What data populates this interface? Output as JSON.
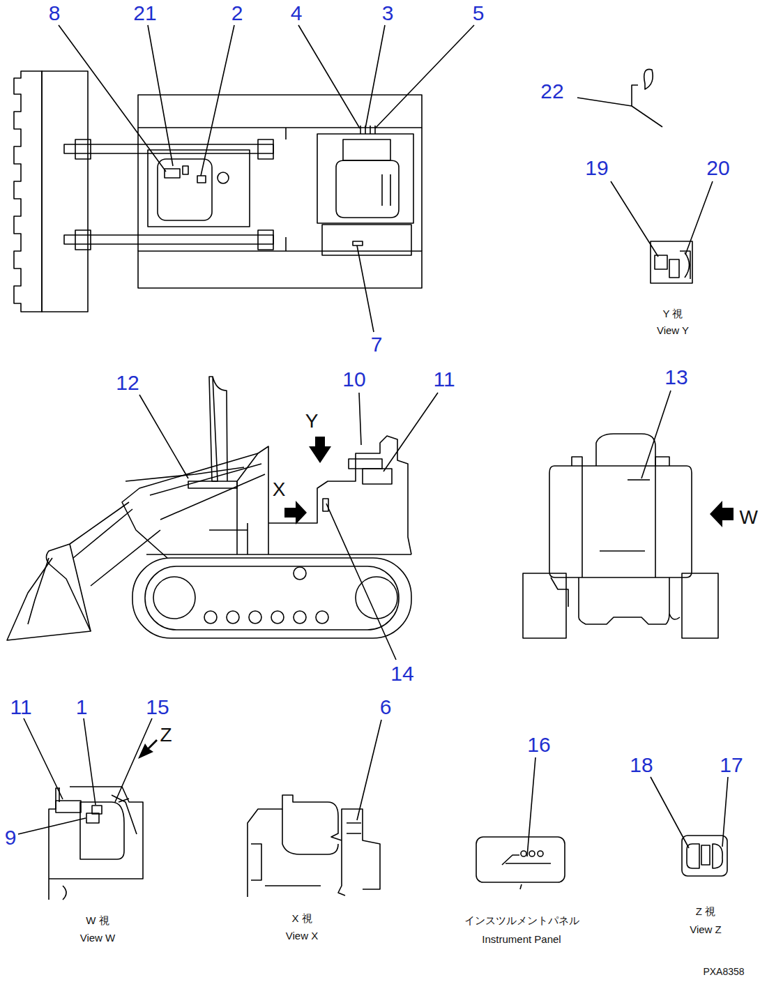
{
  "diagram": {
    "labels": [
      "8",
      "21",
      "2",
      "4",
      "3",
      "5",
      "22",
      "19",
      "20",
      "7",
      "Y 視",
      "View Y",
      "12",
      "10",
      "11",
      "Y",
      "X",
      "13",
      "W",
      "14",
      "11",
      "1",
      "15",
      "Z",
      "9",
      "6",
      "16",
      "18",
      "17",
      "W 視",
      "View W",
      "X 視",
      "View X",
      "インスツルメントパネル",
      "Instrument Panel",
      "Z 視",
      "View Z",
      "PXA8358"
    ]
  }
}
